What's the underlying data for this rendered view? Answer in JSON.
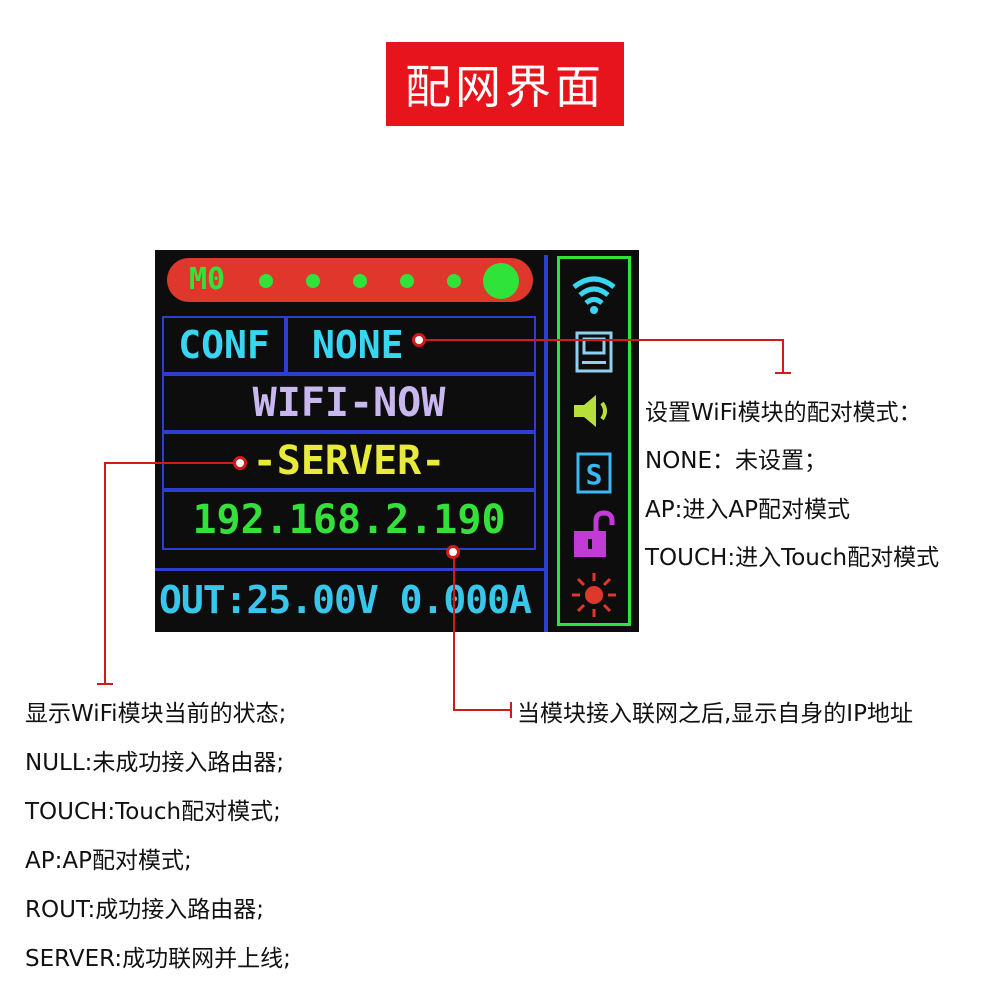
{
  "title": "配网界面",
  "screen": {
    "mode_label": "M0",
    "conf_label": "CONF",
    "conf_value": "NONE",
    "wifi_status": "WIFI-NOW",
    "server_status": "-SERVER-",
    "ip_address": "192.168.2.190",
    "output": "OUT:25.00V 0.000A",
    "side_icons": [
      "wifi-icon",
      "display-icon",
      "speaker-icon",
      "s-box-icon",
      "unlock-icon",
      "sun-icon"
    ],
    "colors": {
      "green": "#2fe33a",
      "cyan": "#39d6f2",
      "yellow": "#e8ea3c",
      "lavender": "#c9b7ef",
      "red_bar": "#e0372c",
      "frame_blue": "#2d3fd0",
      "magenta": "#c23bd6"
    }
  },
  "annotations": {
    "pairing_mode": [
      "设置WiFi模块的配对模式：",
      "NONE：未设置；",
      "AP:进入AP配对模式",
      "TOUCH:进入Touch配对模式"
    ],
    "wifi_state": [
      "显示WiFi模块当前的状态;",
      "NULL:未成功接入路由器;",
      "TOUCH:Touch配对模式;",
      "AP:AP配对模式;",
      "ROUT:成功接入路由器;",
      "SERVER:成功联网并上线;"
    ],
    "ip_note": "当模块接入联网之后,显示自身的IP地址"
  }
}
